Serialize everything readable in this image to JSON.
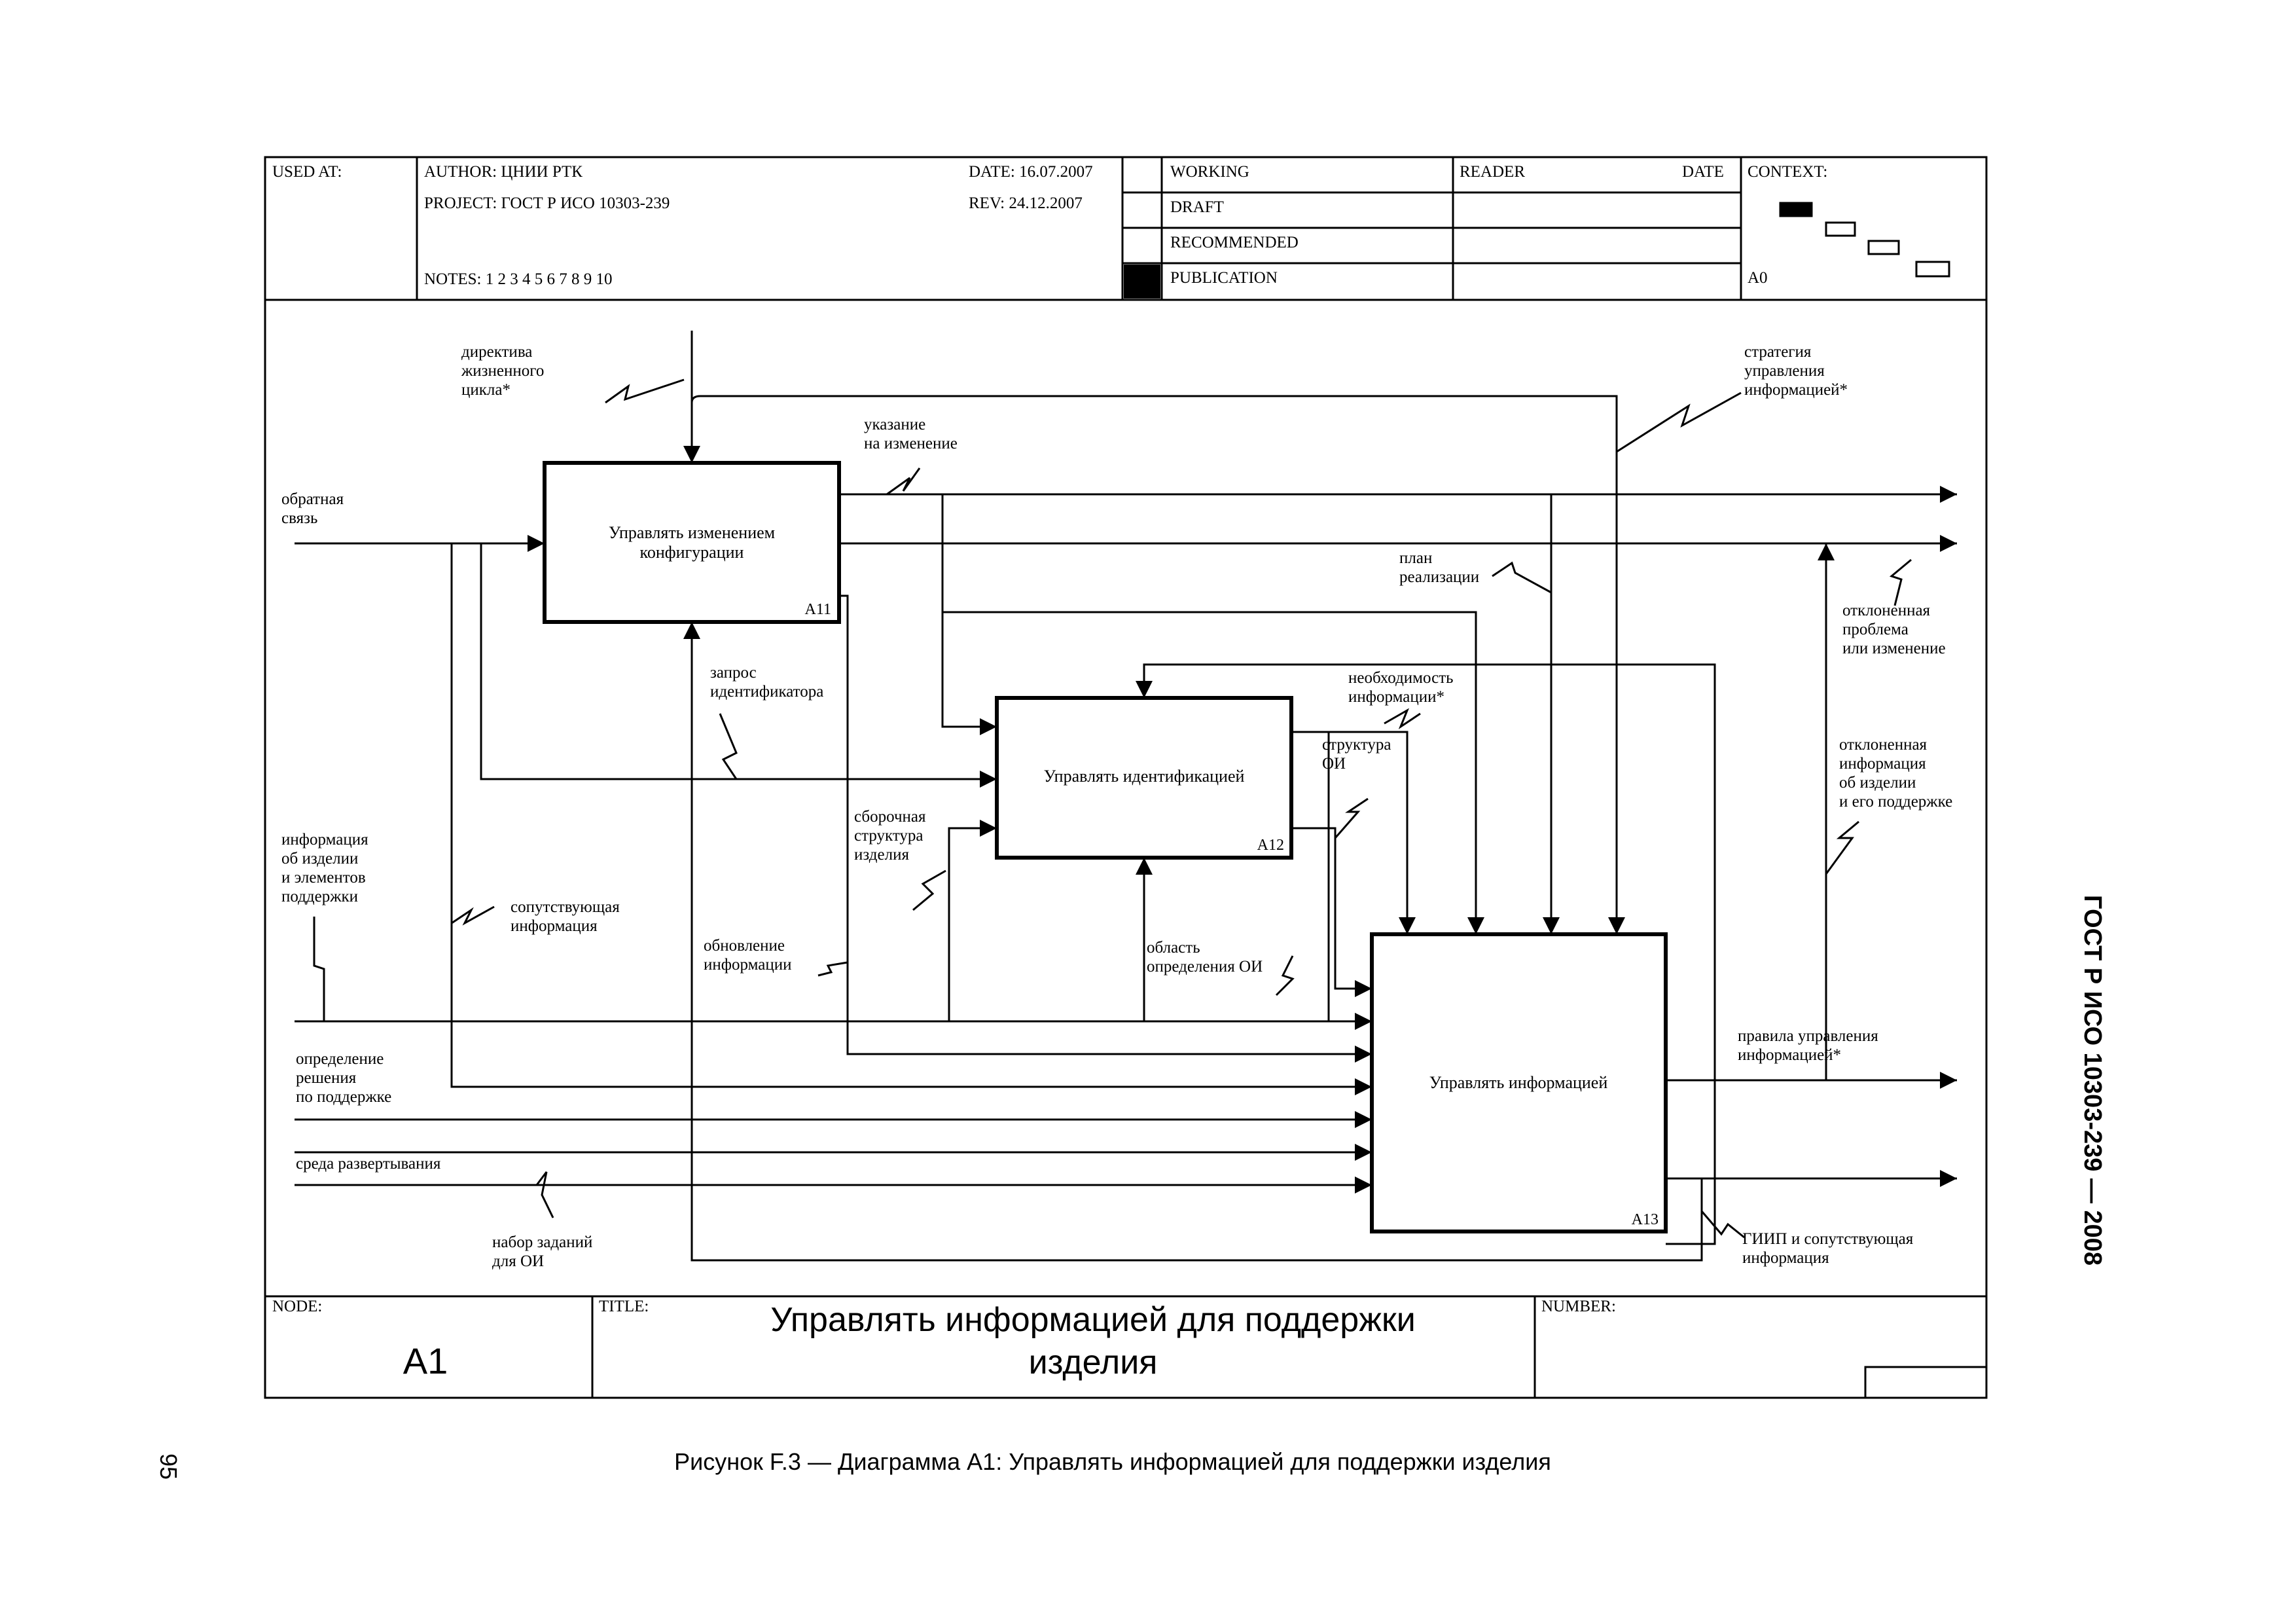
{
  "header": {
    "used_at": "USED AT:",
    "author": "AUTHOR:  ЦНИИ РТК",
    "project": "PROJECT:  ГОСТ Р ИСО 10303-239",
    "notes": "NOTES:  1  2  3  4  5  6  7  8  9  10",
    "date": "DATE:  16.07.2007",
    "rev": "REV:     24.12.2007",
    "status": [
      "WORKING",
      "DRAFT",
      "RECOMMENDED",
      "PUBLICATION"
    ],
    "reader": "READER",
    "reader_date": "DATE",
    "context": "CONTEXT:",
    "context_node": "A0"
  },
  "boxes": [
    {
      "id": "a11",
      "lines": [
        "Управлять изменением",
        "конфигурации"
      ],
      "code": "A11"
    },
    {
      "id": "a12",
      "lines": [
        "Управлять идентификацией"
      ],
      "code": "A12"
    },
    {
      "id": "a13",
      "lines": [
        "Управлять информацией"
      ],
      "code": "A13"
    }
  ],
  "labels": {
    "directive": [
      "директива",
      "жизненного",
      "цикла*"
    ],
    "feedback": [
      "обратная",
      "связь"
    ],
    "change_instruction": [
      "указание",
      "на изменение"
    ],
    "strategy": [
      "стратегия",
      "управления",
      "информацией*"
    ],
    "plan": [
      "план",
      "реализации"
    ],
    "rejected_problem": [
      "отклоненная",
      "проблема",
      "или изменение"
    ],
    "id_request": [
      "запрос",
      "идентификатора"
    ],
    "info_need": [
      "необходимость",
      "информации*"
    ],
    "structure": [
      "структура",
      "ОИ"
    ],
    "rejected_info": [
      "отклоненная",
      "информация",
      "об изделии",
      "и его поддержке"
    ],
    "product_info": [
      "информация",
      "об изделии",
      "и элементов",
      "поддержки"
    ],
    "assy_structure": [
      "сборочная",
      "структура",
      "изделия"
    ],
    "accompanying": [
      "сопутствующая",
      "информация"
    ],
    "info_update": [
      "обновление",
      "информации"
    ],
    "scope": [
      "область",
      "определения ОИ"
    ],
    "support_decision": [
      "определение",
      "решения",
      "по поддержке"
    ],
    "rules": [
      "правила управления",
      "информацией*"
    ],
    "deploy_env": [
      "среда развертывания"
    ],
    "task_set": [
      "набор заданий",
      "для ОИ"
    ],
    "giip": [
      "ГИИП и сопутствующая",
      "информация"
    ]
  },
  "footer": {
    "node_label": "NODE:",
    "node": "A1",
    "title_label": "TITLE:",
    "title_lines": [
      "Управлять информацией для  поддержки",
      "изделия"
    ],
    "number_label": "NUMBER:"
  },
  "caption": "Рисунок F.3 — Диаграмма А1: Управлять информацией для поддержки изделия",
  "side_label": "ГОСТ Р ИСО 10303-239 — 2008",
  "page_number": "95"
}
